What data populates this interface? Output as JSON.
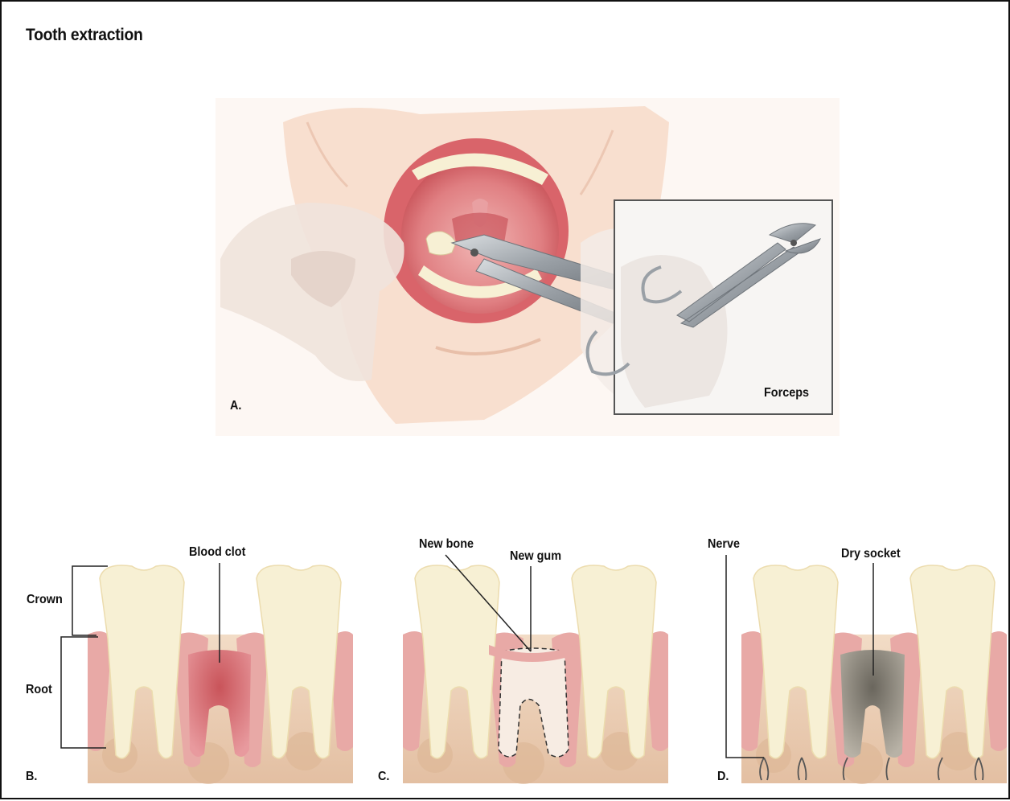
{
  "title": "Tooth extraction",
  "panels": {
    "a": {
      "letter": "A.",
      "inset_label": "Forceps"
    },
    "b": {
      "letter": "B.",
      "labels": {
        "crown": "Crown",
        "root": "Root",
        "blood_clot": "Blood clot"
      }
    },
    "c": {
      "letter": "C.",
      "labels": {
        "new_bone": "New bone",
        "new_gum": "New gum"
      }
    },
    "d": {
      "letter": "D.",
      "labels": {
        "nerve": "Nerve",
        "dry_socket": "Dry socket"
      }
    }
  },
  "colors": {
    "skin": "#f6dccb",
    "mouth": "#d9646a",
    "gum": "#e8a9a6",
    "tooth": "#f7f0d4",
    "bone": "#e9c9ad",
    "blood_clot": "#c9545a",
    "dry_socket": "#7b776e",
    "instrument": "#9aa0a6"
  }
}
